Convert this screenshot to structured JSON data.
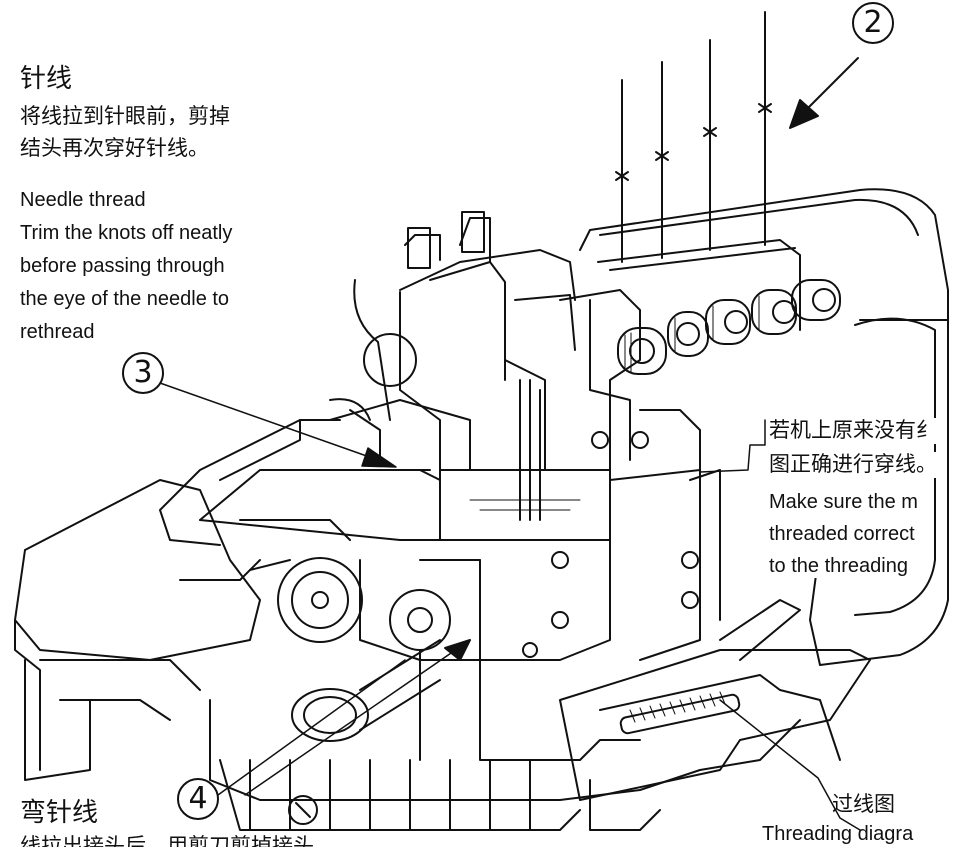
{
  "needle_thread": {
    "title_zh": "针线",
    "body_zh": [
      "将线拉到针眼前，剪掉",
      "结头再次穿好针线。"
    ],
    "title_en": "Needle thread",
    "body_en": [
      "Trim the knots off neatly",
      "before passing through",
      "the eye of the needle to",
      "rethread"
    ]
  },
  "note": {
    "zh": [
      "若机上原来没有纟",
      "图正确进行穿线。"
    ],
    "en": [
      "Make sure the m",
      "threaded correct",
      "to the threading"
    ]
  },
  "diagram_label": {
    "zh": "过线图",
    "en": "Threading diagra"
  },
  "looper_thread": {
    "title_zh": "弯针线",
    "body_zh": "线拉出接头后，用剪刀剪掉接头"
  },
  "callouts": {
    "c2": "2",
    "c3": "3",
    "c4": "4"
  },
  "colors": {
    "ink": "#111111",
    "paper": "#ffffff"
  }
}
